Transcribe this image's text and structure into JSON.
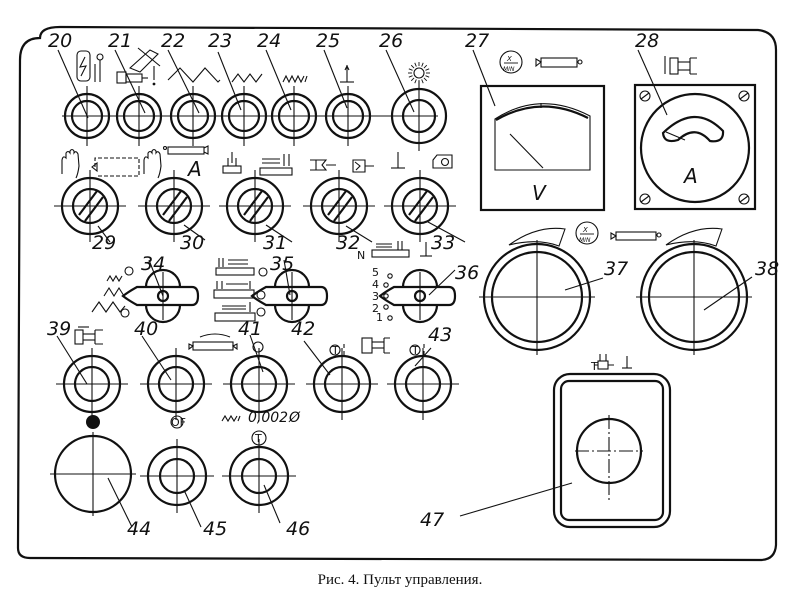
{
  "figure": {
    "caption": "Рис. 4. Пульт управления.",
    "ink_color": "#111111",
    "background_color": "#ffffff"
  },
  "callouts": {
    "c20": "20",
    "c21": "21",
    "c22": "22",
    "c23": "23",
    "c24": "24",
    "c25": "25",
    "c26": "26",
    "c27": "27",
    "c28": "28",
    "c29": "29",
    "c30": "30",
    "c31": "31",
    "c32": "32",
    "c33": "33",
    "c34": "34",
    "c35": "35",
    "c36": "36",
    "c37": "37",
    "c38": "38",
    "c39": "39",
    "c40": "40",
    "c41": "41",
    "c42": "42",
    "c43": "43",
    "c44": "44",
    "c45": "45",
    "c46": "46",
    "c47": "47"
  },
  "instruments": {
    "voltmeter_label": "V",
    "ammeter_label": "A",
    "feed_rate_unit_top": "X",
    "feed_rate_unit_bottom": "MIN"
  },
  "symbols": {
    "switch30_label": "A",
    "switch36_prefix": "N",
    "selector36_positions": [
      "5",
      "4",
      "3",
      "2",
      "1"
    ],
    "resolution_text": "0,002",
    "diameter_symbol": "Ø",
    "t_marker": "T",
    "of_marker": "OF"
  },
  "elements": [
    {
      "id": 20,
      "type": "push-button",
      "symbol": "electric-cabinet-power-icon"
    },
    {
      "id": 21,
      "type": "push-button",
      "symbol": "grinding-wheel-warning-icon"
    },
    {
      "id": 22,
      "type": "push-button",
      "symbol": "coarse-zigzag-icon"
    },
    {
      "id": 23,
      "type": "push-button",
      "symbol": "medium-zigzag-icon"
    },
    {
      "id": 24,
      "type": "push-button",
      "symbol": "fine-zigzag-icon"
    },
    {
      "id": 25,
      "type": "push-button",
      "symbol": "down-arrow-icon"
    },
    {
      "id": 26,
      "type": "push-button",
      "symbol": "lamp-icon"
    },
    {
      "id": 27,
      "type": "voltmeter"
    },
    {
      "id": 28,
      "type": "ammeter"
    },
    {
      "id": 29,
      "type": "rotary-switch"
    },
    {
      "id": 30,
      "type": "rotary-switch"
    },
    {
      "id": 31,
      "type": "rotary-switch"
    },
    {
      "id": 32,
      "type": "rotary-switch"
    },
    {
      "id": 33,
      "type": "rotary-switch"
    },
    {
      "id": 34,
      "type": "selector-handle"
    },
    {
      "id": 35,
      "type": "selector-handle"
    },
    {
      "id": 36,
      "type": "selector-handle"
    },
    {
      "id": 37,
      "type": "speed-dial"
    },
    {
      "id": 38,
      "type": "speed-dial"
    },
    {
      "id": 39,
      "type": "push-button"
    },
    {
      "id": 40,
      "type": "push-button"
    },
    {
      "id": 41,
      "type": "push-button"
    },
    {
      "id": 42,
      "type": "push-button"
    },
    {
      "id": 43,
      "type": "push-button"
    },
    {
      "id": 44,
      "type": "emergency-stop"
    },
    {
      "id": 45,
      "type": "push-button"
    },
    {
      "id": 46,
      "type": "push-button"
    },
    {
      "id": 47,
      "type": "handwheel-unit"
    }
  ]
}
